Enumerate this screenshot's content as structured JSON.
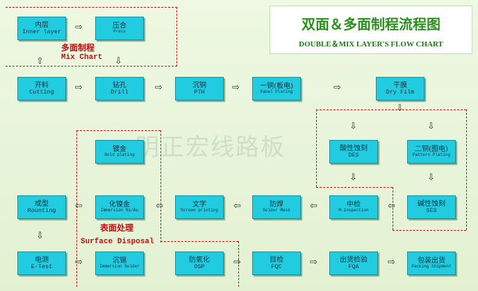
{
  "title": {
    "cn": "双面＆多面制程流程图",
    "en": "DOUBLE＆MIX LAYER'S FLOW CHART"
  },
  "watermark": "明正宏线路板",
  "labels": {
    "mix_cn": "多面制程",
    "mix_en": "Mix Chart",
    "surface_cn": "表面处理",
    "surface_en": "Surface Disposal"
  },
  "nodes": {
    "inner": {
      "cn": "内层",
      "en": "Inner layer"
    },
    "press": {
      "cn": "压合",
      "en": "Press"
    },
    "cutting": {
      "cn": "开料",
      "en": "Cutting"
    },
    "drill": {
      "cn": "钻孔",
      "en": "Drill"
    },
    "pth": {
      "cn": "沉铜",
      "en": "PTH"
    },
    "panel": {
      "cn": "一铜(板电)",
      "en": "Panel Plating"
    },
    "dryfilm": {
      "cn": "干膜",
      "en": "Dry Film"
    },
    "gold": {
      "cn": "镀金",
      "en": "Gold plating"
    },
    "des": {
      "cn": "酸性蚀刻",
      "en": "DES"
    },
    "pattern": {
      "cn": "二铜(图电)",
      "en": "Pattern Plating"
    },
    "routing": {
      "cn": "成型",
      "en": "Rounting"
    },
    "enig": {
      "cn": "化镍金",
      "en": "Immersion Ni/Au"
    },
    "screen": {
      "cn": "文字",
      "en": "Screen printing"
    },
    "mask": {
      "cn": "防焊",
      "en": "Solder Mask"
    },
    "minsp": {
      "cn": "中检",
      "en": "M-inspection"
    },
    "ses": {
      "cn": "碱性蚀刻",
      "en": "SES"
    },
    "etest": {
      "cn": "电测",
      "en": "E-Test"
    },
    "imsolder": {
      "cn": "沉锡",
      "en": "Immersion Solder"
    },
    "osp": {
      "cn": "防氧化",
      "en": "OSP"
    },
    "fqc": {
      "cn": "目检",
      "en": "FQC"
    },
    "fqa": {
      "cn": "出货检验",
      "en": "FQA"
    },
    "packing": {
      "cn": "包装出货",
      "en": "Packing Shipment"
    }
  },
  "colors": {
    "box": "#22cce0",
    "dash": "#c01010",
    "title": "#2a8f1e"
  }
}
